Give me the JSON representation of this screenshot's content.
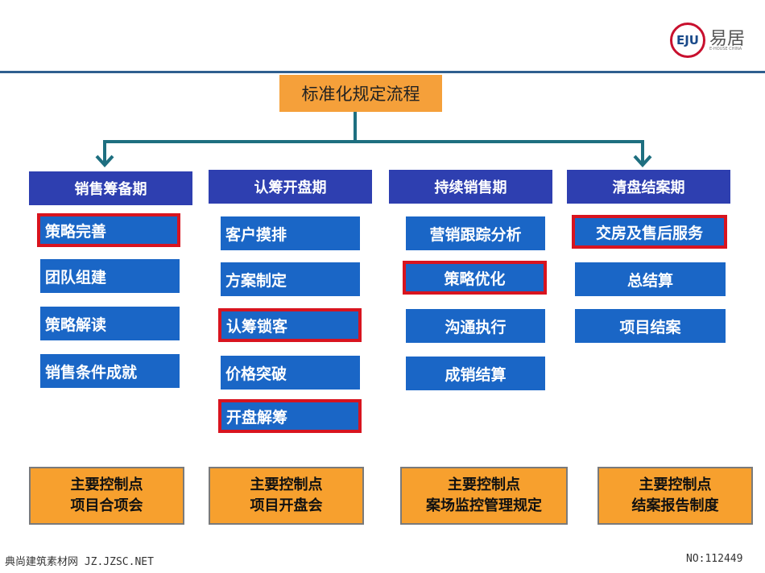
{
  "logo": {
    "mark": "EJU",
    "name": "易居",
    "sub": "E-HOUSE CHINA"
  },
  "title": "标准化规定流程",
  "phases": [
    {
      "label": "销售筹备期",
      "items": [
        {
          "text": "策略完善",
          "highlight": true
        },
        {
          "text": "团队组建",
          "highlight": false
        },
        {
          "text": "策略解读",
          "highlight": false
        },
        {
          "text": "销售条件成就",
          "highlight": false
        }
      ],
      "control": [
        "主要控制点",
        "项目合项会"
      ]
    },
    {
      "label": "认筹开盘期",
      "items": [
        {
          "text": "客户摸排",
          "highlight": false
        },
        {
          "text": "方案制定",
          "highlight": false
        },
        {
          "text": "认筹锁客",
          "highlight": true
        },
        {
          "text": "价格突破",
          "highlight": false
        },
        {
          "text": "开盘解筹",
          "highlight": true
        }
      ],
      "control": [
        "主要控制点",
        "项目开盘会"
      ]
    },
    {
      "label": "持续销售期",
      "items": [
        {
          "text": "营销跟踪分析",
          "highlight": false
        },
        {
          "text": "策略优化",
          "highlight": true
        },
        {
          "text": "沟通执行",
          "highlight": false
        },
        {
          "text": "成销结算",
          "highlight": false
        }
      ],
      "control": [
        "主要控制点",
        "案场监控管理规定"
      ]
    },
    {
      "label": "清盘结案期",
      "items": [
        {
          "text": "交房及售后服务",
          "highlight": true
        },
        {
          "text": "总结算",
          "highlight": false
        },
        {
          "text": "项目结案",
          "highlight": false
        }
      ],
      "control": [
        "主要控制点",
        "结案报告制度"
      ]
    }
  ],
  "footer": {
    "left": "典尚建筑素材网 JZ.JZSC.NET",
    "right": "NO:112449"
  },
  "colors": {
    "phase": "#2e3fb0",
    "item": "#1a66c6",
    "highlight": "#d8141f",
    "title": "#f5a03a",
    "control": "#f7a02e",
    "connector": "#1e6f80"
  }
}
